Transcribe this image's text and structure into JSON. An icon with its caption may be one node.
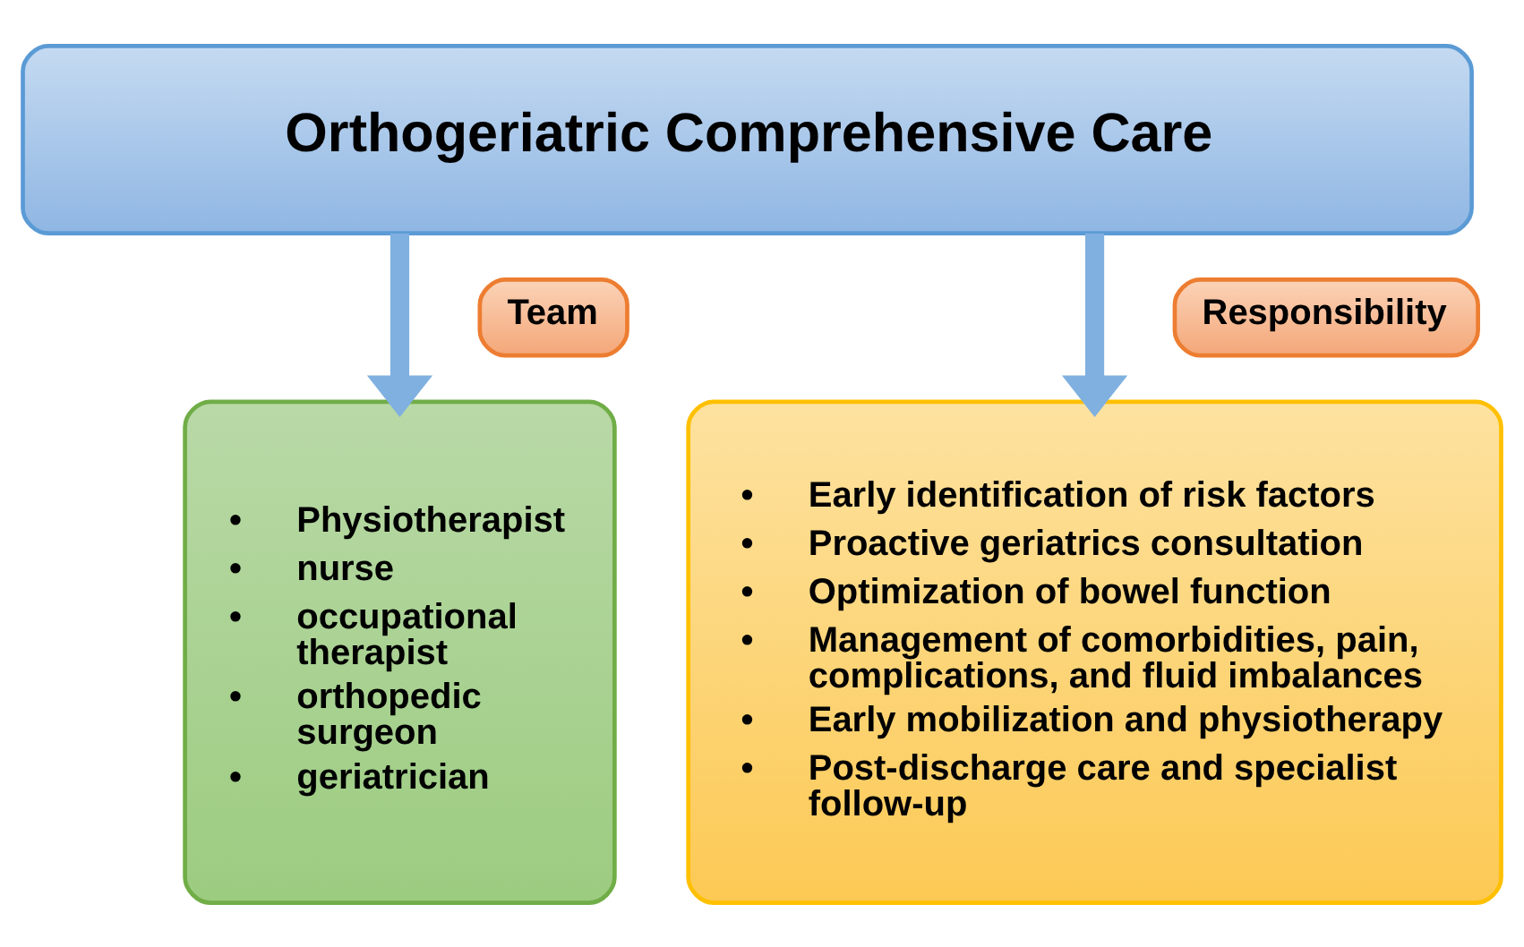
{
  "diagram": {
    "nodes": [
      {
        "text": [
          "Orthogeriatric Comprehensive Care"
        ]
      },
      {
        "text": [
          "Team"
        ]
      },
      {
        "text": [
          "Responsibility"
        ]
      },
      {
        "text": [
          "• Physiotherapist",
          "• nurse",
          "• occupational therapist",
          "• orthopedic surgeon",
          "• geriatrician"
        ]
      },
      {
        "text": [
          "• Early identification of risk factors",
          "• Proactive geriatrics consultation",
          "• Optimization of bowel function",
          "• Management of comorbidities, pain, complications, and fluid imbalances",
          "• Early mobilization and physiotherapy",
          "• Post-discharge care and specialist follow-up"
        ]
      }
    ],
    "edges": [
      {
        "from": 0,
        "to": 3,
        "arrow": "to"
      },
      {
        "from": 0,
        "to": 4,
        "arrow": "to"
      }
    ]
  }
}
